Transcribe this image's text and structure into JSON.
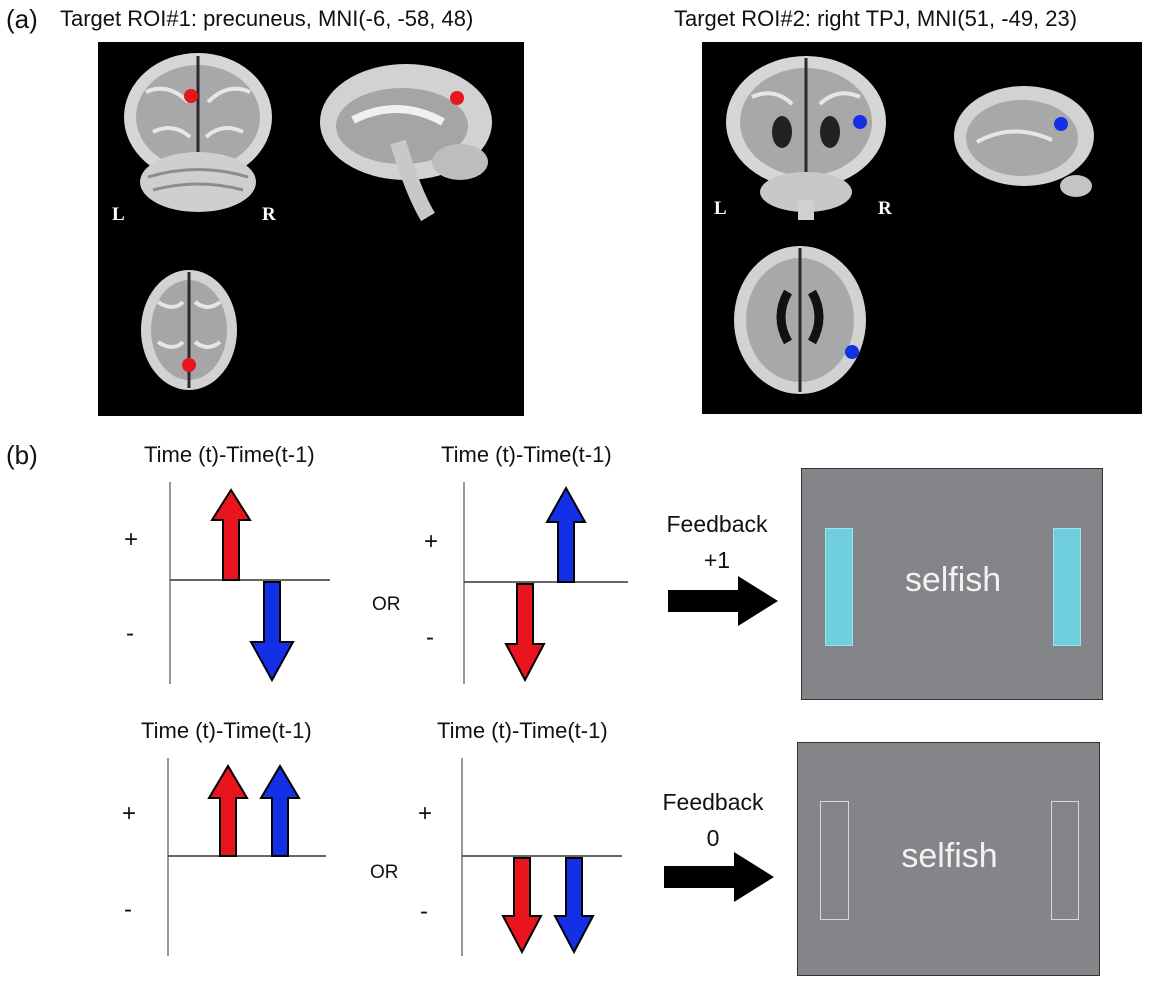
{
  "panel_a": {
    "label": "(a)",
    "roi1_title": "Target ROI#1: precuneus, MNI(-6, -58, 48)",
    "roi2_title": "Target ROI#2: right TPJ, MNI(51, -49, 23)",
    "left_marker": "L",
    "right_marker": "R",
    "roi1_dot_color": "#e8141e",
    "roi2_dot_color": "#1430e6"
  },
  "panel_b": {
    "label": "(b)",
    "diff_title": "Time (t)-Time(t-1)",
    "plus": "+",
    "minus": "-",
    "or": "OR",
    "row1": {
      "feedback_label": "Feedback",
      "feedback_value": "+1",
      "screen_word": "selfish",
      "bars": "filled"
    },
    "row2": {
      "feedback_label": "Feedback",
      "feedback_value": "0",
      "screen_word": "selfish",
      "bars": "empty"
    },
    "colors": {
      "red_arrow": "#e8141e",
      "blue_arrow": "#1430e6",
      "bar_fill": "#6fcfdc",
      "screen_bg": "#838589"
    }
  }
}
